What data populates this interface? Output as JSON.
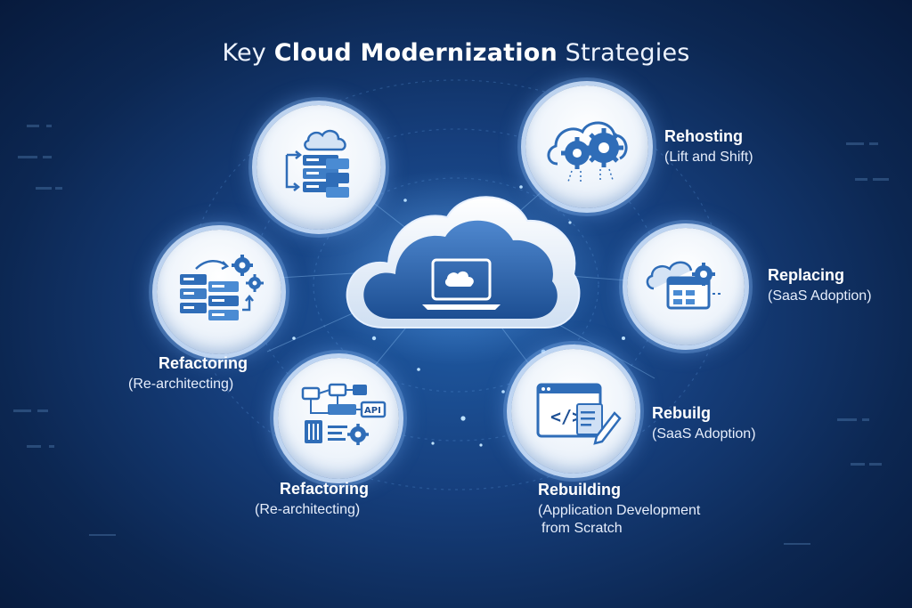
{
  "title": {
    "prefix": "Key ",
    "highlight": "Cloud Modernization",
    "suffix": " Strategies"
  },
  "strategies": [
    {
      "id": "rehosting",
      "title": "Rehosting",
      "subtitle": "(Lift and Shift)"
    },
    {
      "id": "replacing",
      "title": "Replacing",
      "subtitle": "(SaaS Adoption)"
    },
    {
      "id": "rebuilg",
      "title": "Rebuilg",
      "subtitle": "(SaaS Adoption)"
    },
    {
      "id": "rebuilding",
      "title": "Rebuilding",
      "subtitle": "(Application Development",
      "subtitle2": "from Scratch"
    },
    {
      "id": "refactoring-lower",
      "title": "Refactoring",
      "subtitle": "(Re-architecting)"
    },
    {
      "id": "refactoring-left",
      "title": "Refactoring",
      "subtitle": "(Re-architecting)"
    }
  ],
  "icons": {
    "top_left": "cloud-migration-servers-icon",
    "top_right": "cloud-gears-icon",
    "right": "cloud-app-window-icon",
    "bottom_right": "code-editor-icon",
    "bottom_left": "api-architecture-icon",
    "left": "servers-gears-icon",
    "center": "cloud-laptop-icon"
  },
  "api_badge": "API",
  "code_glyph": "</>",
  "colors": {
    "accent": "#2f6db8",
    "dark": "#1d4f94",
    "light": "#cfe0f5",
    "background": "#0c2752"
  }
}
